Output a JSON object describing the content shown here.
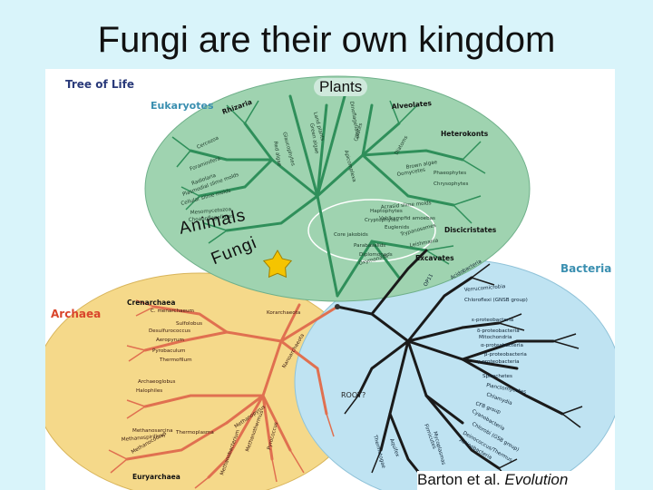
{
  "slide": {
    "title": "Fungi are their own kingdom",
    "credit_author": "Barton et al.",
    "credit_work": "Evolution"
  },
  "figure": {
    "heading": "Tree of Life",
    "overlay_labels": {
      "plants": "Plants",
      "animals": "Animals",
      "fungi": "Fungi"
    },
    "domains": {
      "eukaryotes": {
        "label": "Eukaryotes",
        "color": "#9fd3b0",
        "groups": [
          "Rhizaria",
          "Alveolates",
          "Heterokonts",
          "Discicristates",
          "Excavates"
        ],
        "taxa": [
          "Cercozoa",
          "Foraminifera",
          "Radiolaria",
          "Cellular slime molds",
          "Plasmodial slime molds",
          "Choanoflagellates",
          "Mesomycetozoa",
          "Glaucophytes",
          "Red algae",
          "Green algae",
          "Land plants",
          "Dinoflagellates",
          "Apicomplexa",
          "Ciliates",
          "Diatoms",
          "Brown algae",
          "Oomycetes",
          "Phaeophytes",
          "Chrysophytes",
          "Haptophytes",
          "Cryptophytes",
          "Acrasid slime molds",
          "Vahlkampfid amoebas",
          "Euglenids",
          "Trypanosomes",
          "Leishmania",
          "Core jakobids",
          "Parabasalids",
          "Diplomonads",
          "Oxymonads"
        ]
      },
      "archaea": {
        "label": "Archaea",
        "color": "#f5d98a",
        "groups": [
          "Crenarchaea",
          "Euryarchaea"
        ],
        "taxa": [
          "C. menarchaeum",
          "Sulfolobus",
          "Desulfurococcus",
          "Aeropyrum",
          "Pyrobaculum",
          "Thermofilum",
          "Korarchaeota",
          "Nanoarchaeota",
          "Archaeoglobus",
          "Halophiles",
          "Methanosarcina",
          "Methanospirillum",
          "Thermoplasma",
          "Methanococcus",
          "Pyrococcus",
          "Methanothermus",
          "Methanobacterium",
          "Methanopyrus"
        ]
      },
      "bacteria": {
        "label": "Bacteria",
        "color": "#bfe3f2",
        "taxa": [
          "Acidobacteria",
          "Verrucomicrobia",
          "Chloroflexi (GNSB group)",
          "ε-proteobacteria",
          "δ-proteobacteria",
          "Mitochondria",
          "α-proteobacteria",
          "β-proteobacteria",
          "γ-proteobacteria",
          "Spirochetes",
          "Planctomycetes",
          "Chlamydia",
          "CFB group",
          "Cyanobacteria",
          "Chlorobi (GSB group)",
          "Deinococcus/Thermus",
          "Actinobacteria",
          "Firmicutes",
          "Mycoplasmas",
          "Aquifex",
          "Thermotogae",
          "OP11"
        ],
        "root_label": "ROOT?"
      }
    }
  },
  "colors": {
    "background": "#d9f4fa",
    "eukaryote_branch": "#2f8f5a",
    "archaea_branch": "#e07050",
    "bacteria_branch": "#1a1a1a",
    "domain_label": "#d9452b",
    "star": "#f5c400"
  }
}
